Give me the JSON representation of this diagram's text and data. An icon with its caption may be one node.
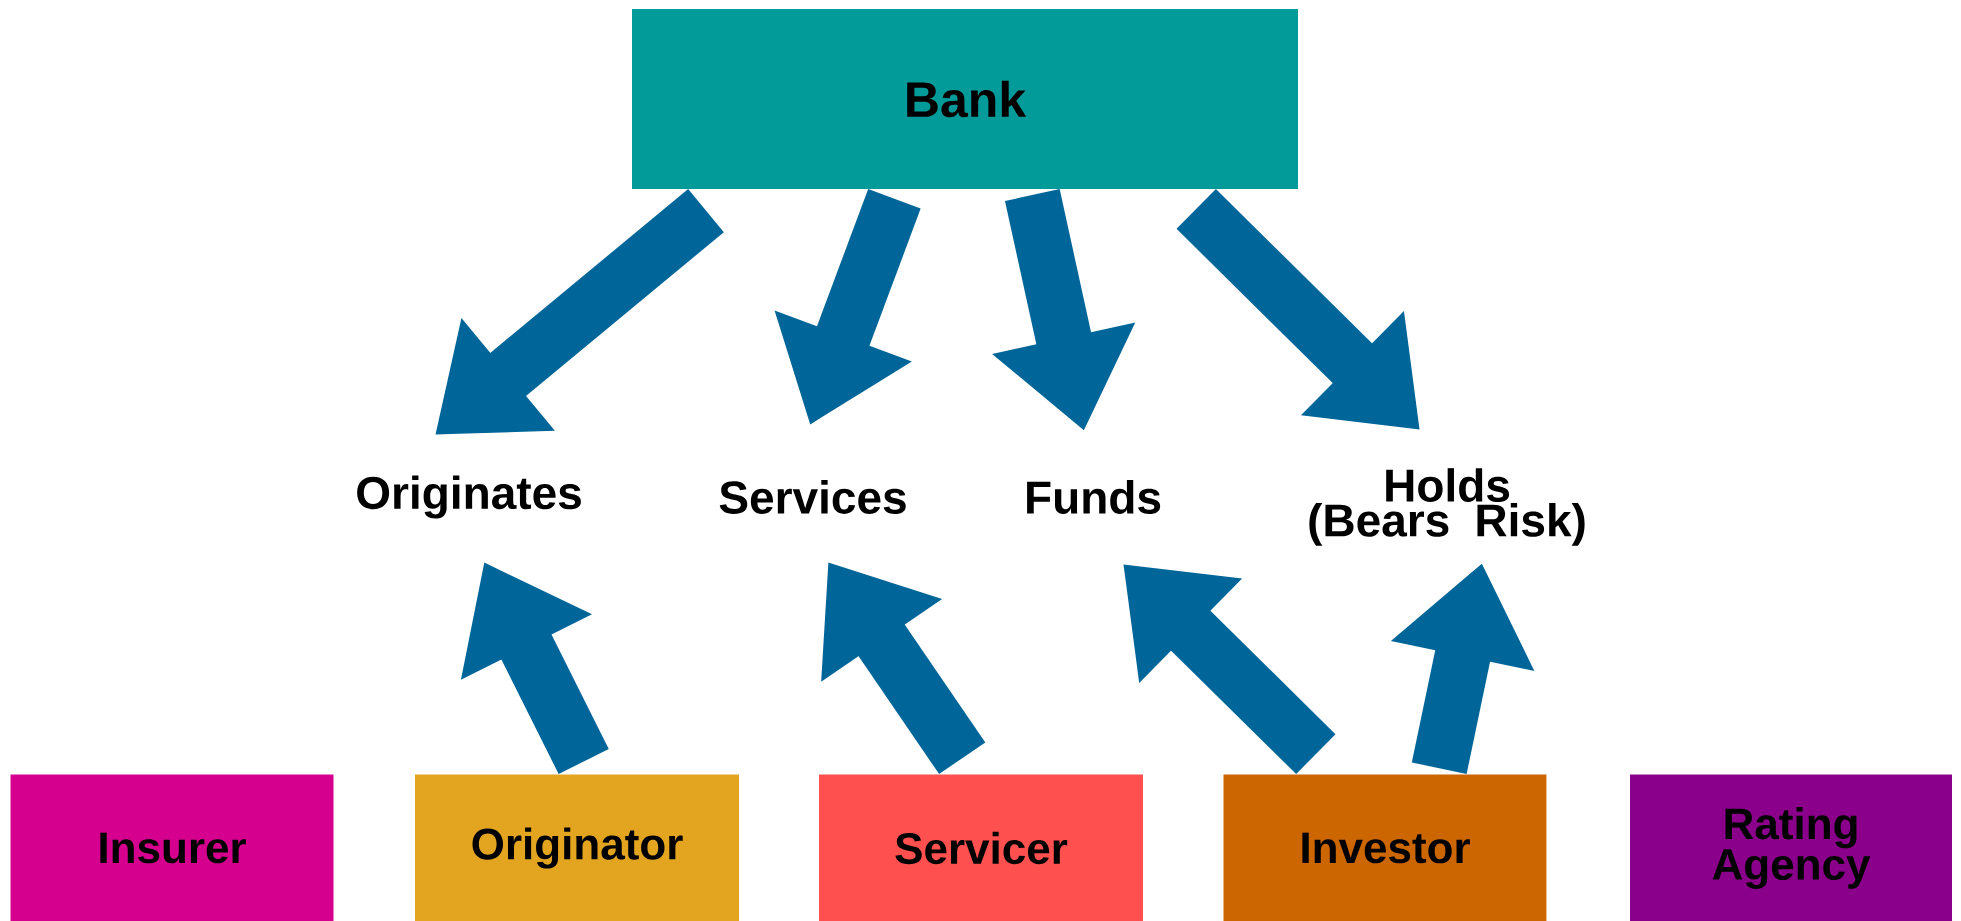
{
  "diagram": {
    "nodes": [
      {
        "text": [
          "Bank"
        ]
      },
      {
        "text": [
          "Originates"
        ]
      },
      {
        "text": [
          "Services"
        ]
      },
      {
        "text": [
          "Funds"
        ]
      },
      {
        "text": [
          "Holds (Bears Risk)"
        ]
      },
      {
        "text": [
          "Insurer"
        ]
      },
      {
        "text": [
          "Originator"
        ]
      },
      {
        "text": [
          "Servicer"
        ]
      },
      {
        "text": [
          "Investor"
        ]
      },
      {
        "text": [
          "Rating Agency"
        ]
      }
    ],
    "edges": [
      {
        "from": 0,
        "to": 1,
        "arrow": "to"
      },
      {
        "from": 0,
        "to": 2,
        "arrow": "to"
      },
      {
        "from": 0,
        "to": 3,
        "arrow": "to"
      },
      {
        "from": 0,
        "to": 4,
        "arrow": "to"
      },
      {
        "from": 6,
        "to": 1,
        "arrow": "to"
      },
      {
        "from": 7,
        "to": 2,
        "arrow": "to"
      },
      {
        "from": 8,
        "to": 3,
        "arrow": "to"
      },
      {
        "from": 8,
        "to": 4,
        "arrow": "to"
      }
    ]
  }
}
